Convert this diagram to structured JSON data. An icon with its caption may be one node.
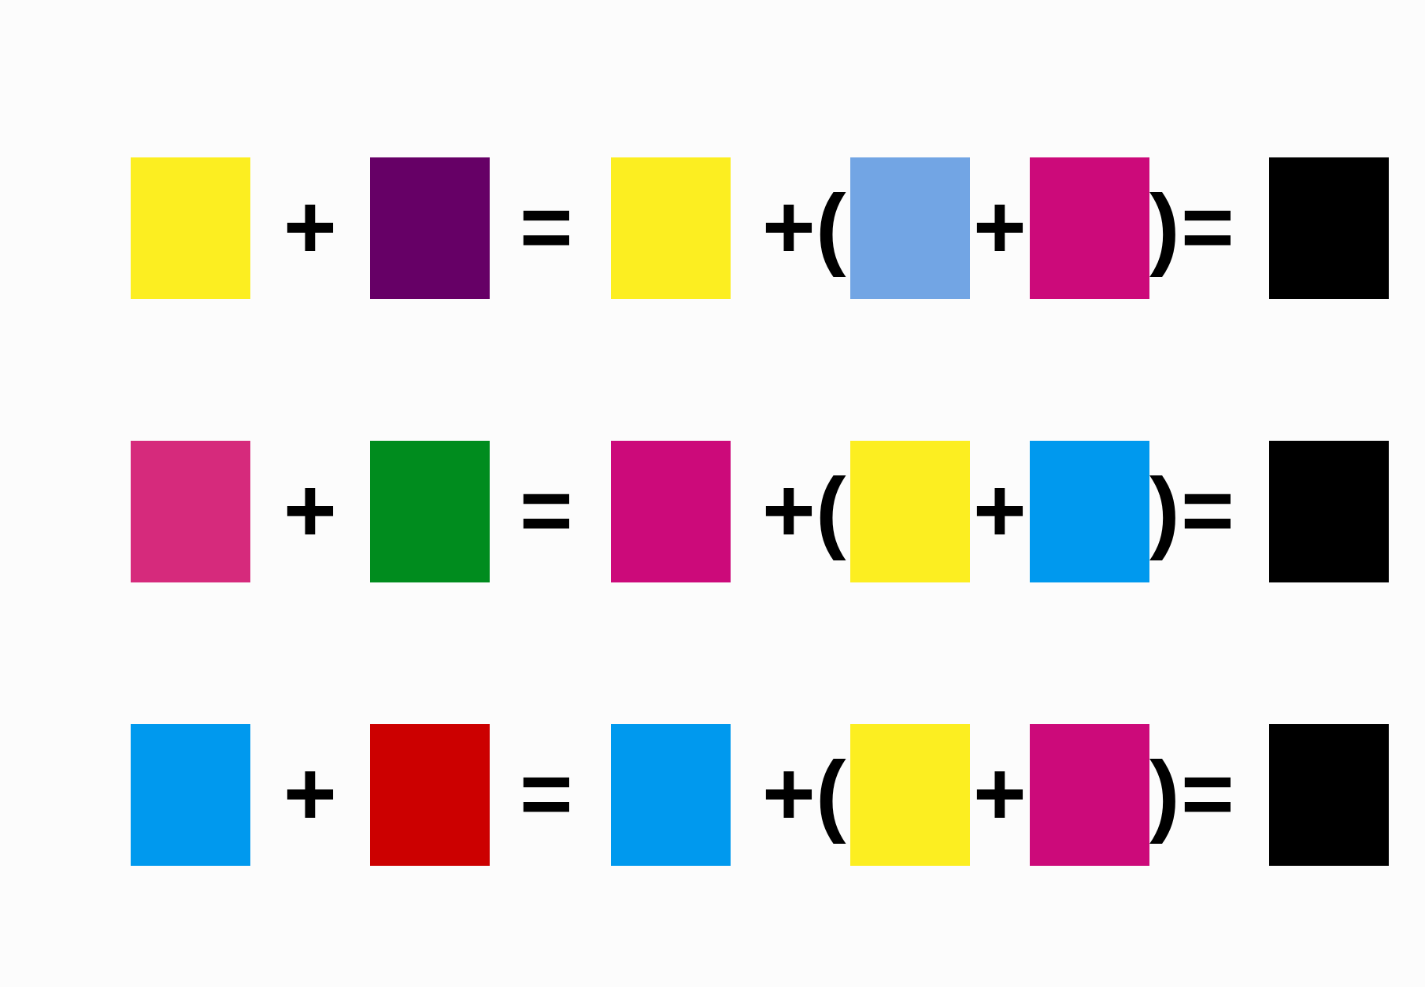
{
  "diagram": {
    "nodes": [
      {
        "text": [],
        "shape": "box"
      },
      {
        "text": [],
        "shape": "box"
      },
      {
        "text": [],
        "shape": "box"
      },
      {
        "text": [],
        "shape": "box"
      },
      {
        "text": [],
        "shape": "box"
      },
      {
        "text": [],
        "shape": "box"
      },
      {
        "text": [],
        "shape": "box"
      },
      {
        "text": [],
        "shape": "box"
      },
      {
        "text": [],
        "shape": "box"
      },
      {
        "text": [],
        "shape": "box"
      },
      {
        "text": [],
        "shape": "box"
      },
      {
        "text": [],
        "shape": "box"
      },
      {
        "text": [],
        "shape": "box"
      },
      {
        "text": [],
        "shape": "box"
      },
      {
        "text": [],
        "shape": "box"
      },
      {
        "text": [],
        "shape": "box"
      },
      {
        "text": [],
        "shape": "box"
      },
      {
        "text": [],
        "shape": "box"
      }
    ],
    "labels": [
      "+",
      "=",
      "+",
      "(",
      "+",
      ")",
      "=",
      "+",
      "=",
      "+",
      "(",
      "+",
      ")",
      "=",
      "+",
      "=",
      "+",
      "(",
      "+",
      ")",
      "="
    ]
  }
}
